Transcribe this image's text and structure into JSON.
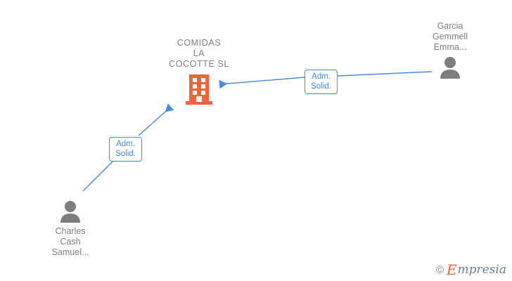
{
  "graph": {
    "background_color": "#ffffff",
    "company": {
      "name": "COMIDAS\nLA\nCOCOTTE  SL",
      "icon": "building-icon",
      "icon_color": "#f4623a",
      "text_color": "#808080"
    },
    "persons": [
      {
        "id": "person-top-right",
        "name": "Garcia\nGemmell\nEmma...",
        "icon": "person-icon",
        "icon_color": "#7d7d7d",
        "text_color": "#808080"
      },
      {
        "id": "person-bottom-left",
        "name": "Charles\nCash\nSamuel...",
        "icon": "person-icon",
        "icon_color": "#7d7d7d",
        "text_color": "#808080"
      }
    ],
    "edges": [
      {
        "id": "edge-top-right",
        "label": "Adm.\nSolid.",
        "from": "person-top-right",
        "to": "company",
        "color": "#4a89dc"
      },
      {
        "id": "edge-bottom-left",
        "label": "Adm.\nSolid.",
        "from": "person-bottom-left",
        "to": "company",
        "color": "#4a89dc"
      }
    ]
  },
  "watermark": {
    "copyright": "©",
    "brand_initial": "E",
    "brand_rest": "mpresia",
    "initial_color": "#f4623a",
    "text_color": "#6f7f8f"
  }
}
